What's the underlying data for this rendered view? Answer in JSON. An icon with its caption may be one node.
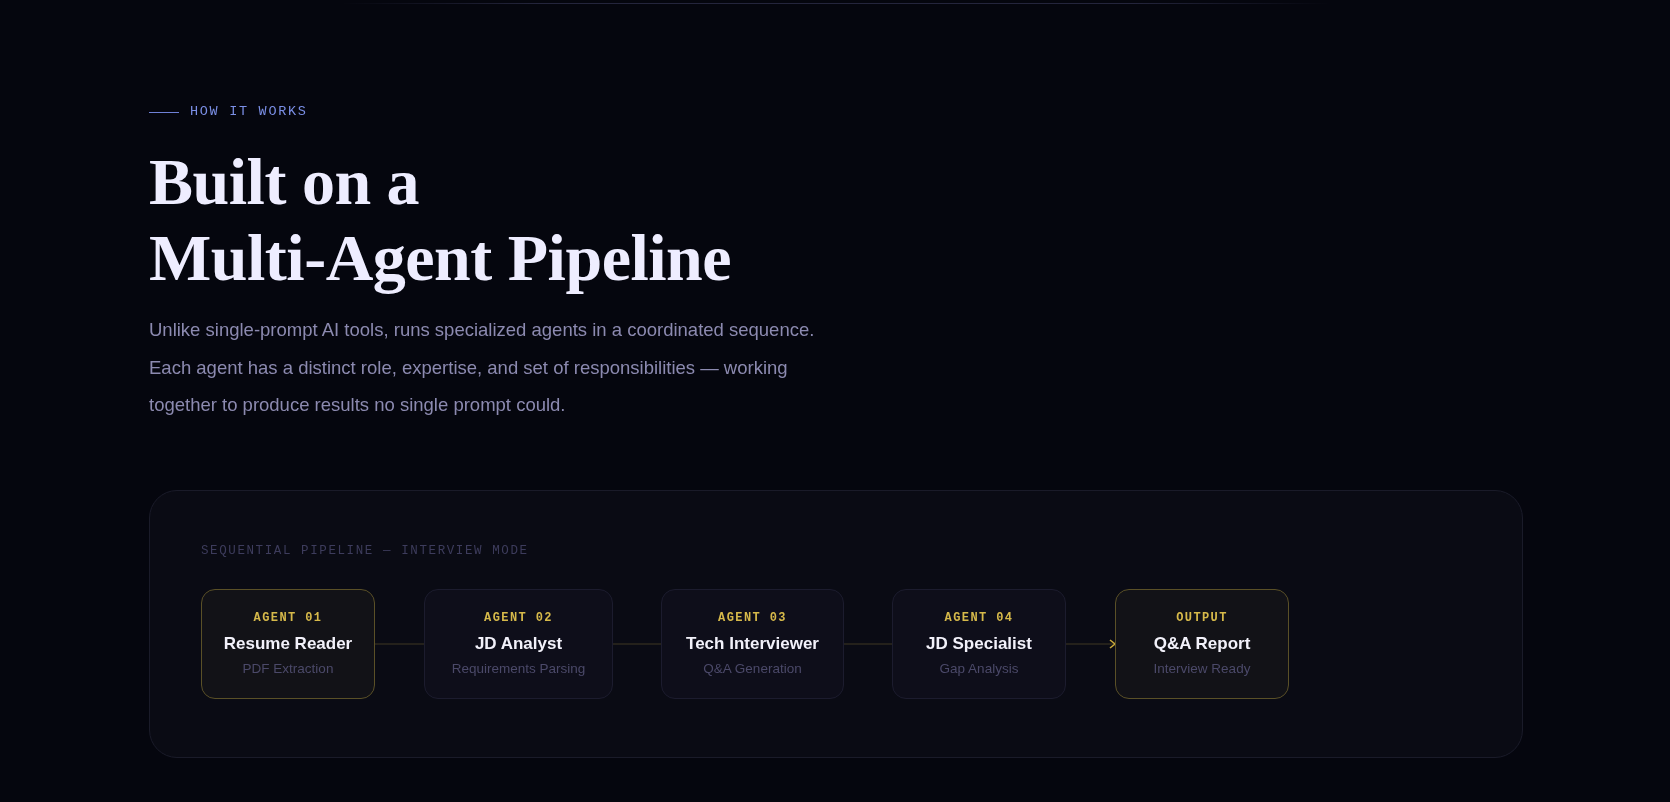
{
  "diagram": {
    "title": "Built on a Multi-Agent Pipeline",
    "nodes": [
      {
        "text": [
          "SEQUENTIAL PIPELINE — INTERVIEW MODE"
        ]
      },
      {
        "text": [
          "AGENT 01",
          "Resume Reader",
          "PDF Extraction"
        ],
        "in": 0
      },
      {
        "text": [
          "AGENT 02",
          "JD Analyst",
          "Requirements Parsing"
        ],
        "in": 0
      },
      {
        "text": [
          "AGENT 03",
          "Tech Interviewer",
          "Q&A Generation"
        ],
        "in": 0
      },
      {
        "text": [
          "AGENT 04",
          "JD Specialist",
          "Gap Analysis"
        ],
        "in": 0
      },
      {
        "text": [
          "OUTPUT",
          "Q&A Report",
          "Interview Ready"
        ],
        "in": 0
      }
    ],
    "edges": [
      {
        "from": 1,
        "to": 2,
        "arrow": "none"
      },
      {
        "from": 2,
        "to": 3,
        "arrow": "none"
      },
      {
        "from": 3,
        "to": 4,
        "arrow": "none"
      },
      {
        "from": 4,
        "to": 5,
        "arrow": "to"
      }
    ],
    "labels": [
      "HOW IT WORKS",
      "Unlike single-prompt AI tools, runs specialized agents in a coordinated sequence. Each agent has a distinct role, expertise, and set of responsibilities — working together to produce results no single prompt could."
    ]
  }
}
